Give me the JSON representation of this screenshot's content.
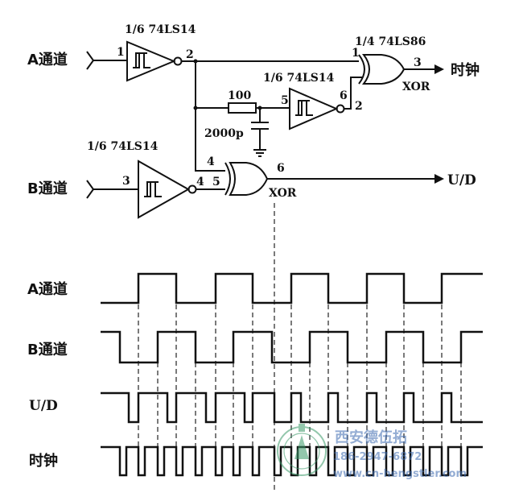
{
  "circuit": {
    "input_a": "A通道",
    "input_b": "B通道",
    "inv1_label": "1/6  74LS14",
    "inv2_label": "1/6 74LS14",
    "inv3_label": "1/6  74LS14",
    "xor1_label": "1/4  74LS86",
    "xor1_name": "XOR",
    "xor2_name": "XOR",
    "resistor": "100",
    "capacitor": "2000p",
    "out_clock": "时钟",
    "out_ud": "U/D",
    "pins": {
      "inv1_in": "1",
      "inv1_out": "2",
      "inv2_in": "5",
      "inv2_out": "6",
      "inv2_out_b": "2",
      "inv3_in": "3",
      "inv3_out": "4",
      "xor1_in1": "1",
      "xor1_out": "3",
      "xor2_in1": "4",
      "xor2_in2": "5",
      "xor2_out": "6"
    }
  },
  "timing": {
    "signals": [
      "A通道",
      "B通道",
      "U/D",
      "时钟"
    ]
  },
  "watermark": {
    "company": "西安德伍拓",
    "phone": "186-2947-6872",
    "url": "www.cn-hengstler.com"
  }
}
